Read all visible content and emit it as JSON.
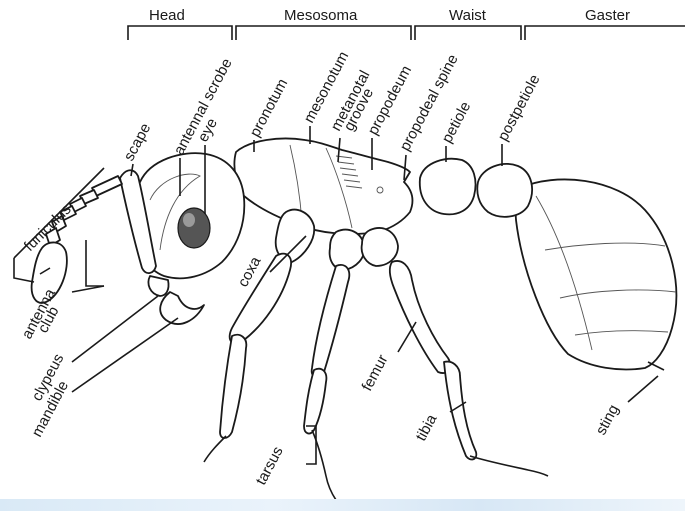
{
  "sections": {
    "head": "Head",
    "mesosoma": "Mesosoma",
    "waist": "Waist",
    "gaster": "Gaster"
  },
  "labels": {
    "scape": "scape",
    "antennal_scrobe": "antennal scrobe",
    "eye": "eye",
    "pronotum": "pronotum",
    "mesonotum": "mesonotum",
    "metanotal_groove_1": "metanotal",
    "metanotal_groove_2": "groove",
    "propodeum": "propodeum",
    "propodeal_spine": "propodeal spine",
    "petiole": "petiole",
    "postpetiole": "postpetiole",
    "funiculus": "funiculus",
    "antenna_club_1": "antenna",
    "antenna_club_2": "club",
    "clypeus": "clypeus",
    "mandible": "mandible",
    "coxa": "coxa",
    "femur": "femur",
    "tibia": "tibia",
    "tarsus": "tarsus",
    "sting": "sting"
  }
}
